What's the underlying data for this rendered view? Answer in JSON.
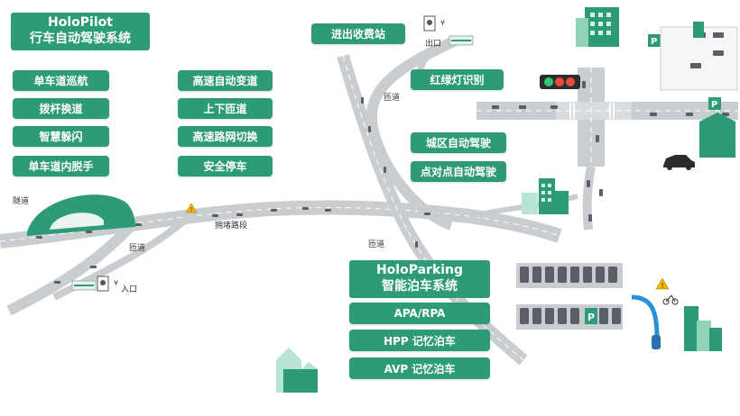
{
  "holopilot": {
    "name": "HoloPilot",
    "subtitle": "行车自动驾驶系统",
    "features": [
      "单车道巡航",
      "拨杆换道",
      "智慧躲闪",
      "单车道内脱手",
      "高速自动变道",
      "上下匝道",
      "高速路网切换",
      "安全停车"
    ],
    "urban_features": [
      "进出收费站",
      "红绿灯识别",
      "城区自动驾驶",
      "点对点自动驾驶"
    ]
  },
  "holoparking": {
    "name": "HoloParking",
    "subtitle": "智能泊车系统",
    "features": [
      "APA/RPA",
      "HPP 记忆泊车",
      "AVP 记忆泊车"
    ]
  },
  "map_labels": {
    "tunnel": "隧道",
    "ramp_1": "匝道",
    "ramp_2": "匝道",
    "ramp_3": "匝道",
    "congestion": "拥堵路段",
    "exit": "出口",
    "entrance": "入口"
  },
  "colors": {
    "brand_green": "#2e9b78",
    "road_gray": "#c7cbd0",
    "light_green": "#b9e4d3"
  }
}
